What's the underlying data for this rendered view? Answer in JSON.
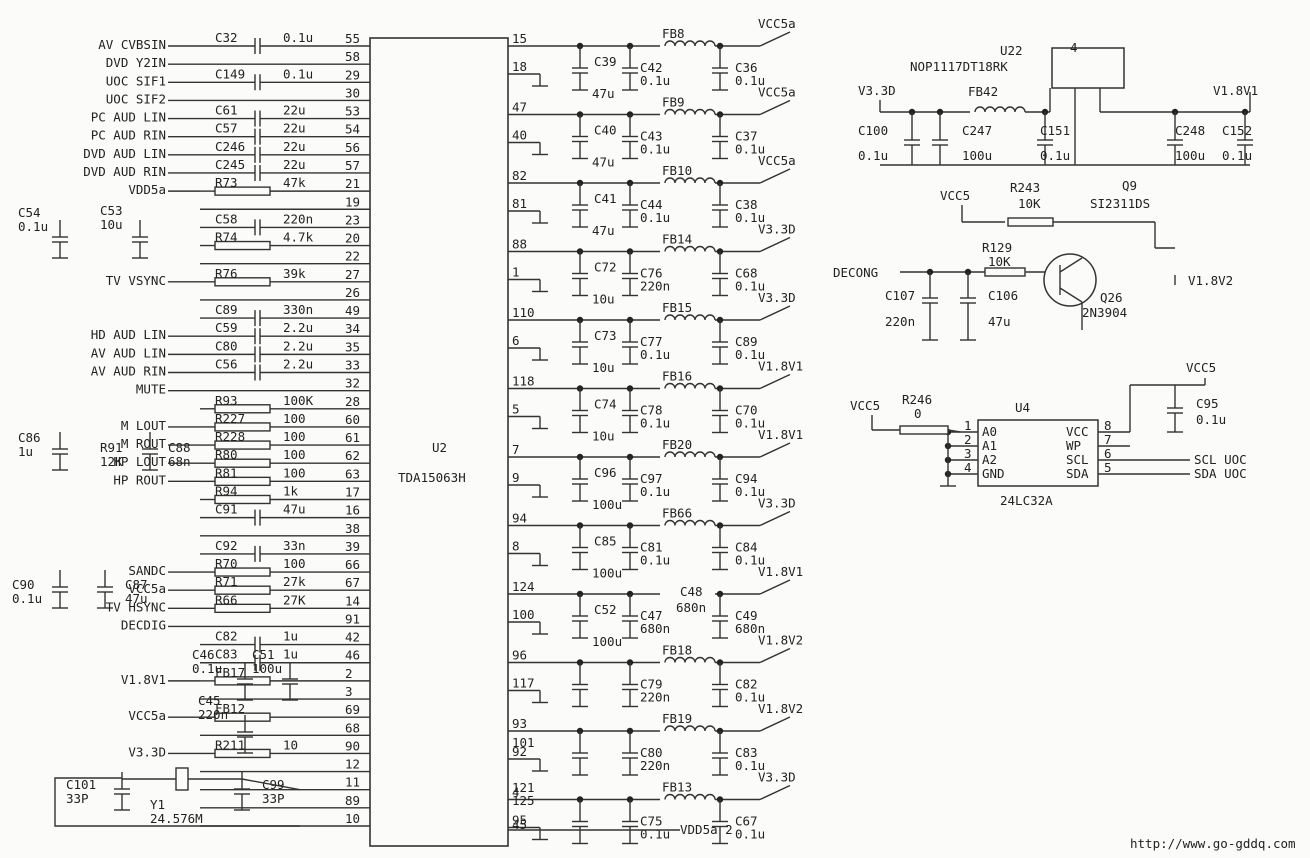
{
  "chip": {
    "ref": "U2",
    "part": "TDA15063H"
  },
  "left_signals": [
    {
      "net": "AV CVBSIN",
      "comp": "C32",
      "value": "0.1u",
      "pin": "55"
    },
    {
      "net": "DVD Y2IN",
      "comp": "",
      "value": "",
      "pin": "58"
    },
    {
      "net": "UOC SIF1",
      "comp": "C149",
      "value": "0.1u",
      "pin": "29"
    },
    {
      "net": "UOC SIF2",
      "comp": "",
      "value": "",
      "pin": "30"
    },
    {
      "net": "PC AUD LIN",
      "comp": "C61",
      "value": "22u",
      "pin": "53"
    },
    {
      "net": "PC AUD RIN",
      "comp": "C57",
      "value": "22u",
      "pin": "54"
    },
    {
      "net": "DVD AUD LIN",
      "comp": "C246",
      "value": "22u",
      "pin": "56"
    },
    {
      "net": "DVD AUD RIN",
      "comp": "C245",
      "value": "22u",
      "pin": "57"
    },
    {
      "net": "VDD5a",
      "comp": "R73",
      "value": "47k",
      "pin": "21"
    },
    {
      "net": "",
      "comp": "",
      "value": "",
      "pin": "19"
    },
    {
      "net": "",
      "comp": "C58",
      "value": "220n",
      "pin": "23"
    },
    {
      "net": "",
      "comp": "R74",
      "value": "4.7k",
      "pin": "20"
    },
    {
      "net": "",
      "comp": "",
      "value": "",
      "pin": "22"
    },
    {
      "net": "TV VSYNC",
      "comp": "R76",
      "value": "39k",
      "pin": "27"
    },
    {
      "net": "",
      "comp": "",
      "value": "",
      "pin": "26"
    },
    {
      "net": "",
      "comp": "C89",
      "value": "330n",
      "pin": "49"
    },
    {
      "net": "HD AUD LIN",
      "comp": "C59",
      "value": "2.2u",
      "pin": "34"
    },
    {
      "net": "AV AUD LIN",
      "comp": "C80",
      "value": "2.2u",
      "pin": "35"
    },
    {
      "net": "AV AUD RIN",
      "comp": "C56",
      "value": "2.2u",
      "pin": "33"
    },
    {
      "net": "MUTE",
      "comp": "",
      "value": "",
      "pin": "32"
    },
    {
      "net": "",
      "comp": "R93",
      "value": "100K",
      "pin": "28"
    },
    {
      "net": "M LOUT",
      "comp": "R227",
      "value": "100",
      "pin": "60"
    },
    {
      "net": "M ROUT",
      "comp": "R228",
      "value": "100",
      "pin": "61"
    },
    {
      "net": "HP LOUT",
      "comp": "R80",
      "value": "100",
      "pin": "62"
    },
    {
      "net": "HP ROUT",
      "comp": "R81",
      "value": "100",
      "pin": "63"
    },
    {
      "net": "",
      "comp": "R94",
      "value": "1k",
      "pin": "17"
    },
    {
      "net": "",
      "comp": "C91",
      "value": "47u",
      "pin": "16"
    },
    {
      "net": "",
      "comp": "",
      "value": "",
      "pin": "38"
    },
    {
      "net": "",
      "comp": "C92",
      "value": "33n",
      "pin": "39"
    },
    {
      "net": "SANDC",
      "comp": "R70",
      "value": "100",
      "pin": "66"
    },
    {
      "net": "VCC5a",
      "comp": "R71",
      "value": "27k",
      "pin": "67"
    },
    {
      "net": "TV HSYNC",
      "comp": "R66",
      "value": "27K",
      "pin": "14"
    },
    {
      "net": "DECDIG",
      "comp": "",
      "value": "",
      "pin": "91"
    },
    {
      "net": "",
      "comp": "C82",
      "value": "1u",
      "pin": "42"
    },
    {
      "net": "",
      "comp": "C83",
      "value": "1u",
      "pin": "46"
    },
    {
      "net": "V1.8V1",
      "comp": "FB17",
      "value": "",
      "pin": "2"
    },
    {
      "net": "",
      "comp": "",
      "value": "",
      "pin": "3"
    },
    {
      "net": "VCC5a",
      "comp": "FB12",
      "value": "",
      "pin": "69"
    },
    {
      "net": "",
      "comp": "",
      "value": "",
      "pin": "68"
    },
    {
      "net": "V3.3D",
      "comp": "R211",
      "value": "10",
      "pin": "90"
    },
    {
      "net": "",
      "comp": "",
      "value": "",
      "pin": "12"
    },
    {
      "net": "",
      "comp": "",
      "value": "",
      "pin": "11"
    },
    {
      "net": "",
      "comp": "",
      "value": "",
      "pin": "89"
    },
    {
      "net": "",
      "comp": "",
      "value": "",
      "pin": "10"
    }
  ],
  "left_parts": [
    {
      "ref": "C54",
      "value": "0.1u"
    },
    {
      "ref": "C53",
      "value": "10u"
    },
    {
      "ref": "C86",
      "value": "1u"
    },
    {
      "ref": "R91",
      "value": "12K"
    },
    {
      "ref": "C88",
      "value": "68n"
    },
    {
      "ref": "C90",
      "value": "0.1u"
    },
    {
      "ref": "C87",
      "value": "47u"
    },
    {
      "ref": "C46",
      "value": "0.1u"
    },
    {
      "ref": "C51",
      "value": "100u"
    },
    {
      "ref": "C45",
      "value": "220n"
    },
    {
      "ref": "C101",
      "value": "33P"
    },
    {
      "ref": "Y1",
      "value": "24.576M"
    },
    {
      "ref": "C99",
      "value": "33P"
    }
  ],
  "right_blocks": [
    {
      "pin": "15",
      "gnd": "18",
      "fb": "FB8",
      "cp": "C39",
      "cpv": "47u",
      "c1": "C42",
      "c1v": "0.1u",
      "c2": "C36",
      "c2v": "0.1u",
      "rail": "VCC5a"
    },
    {
      "pin": "47",
      "gnd": "40",
      "fb": "FB9",
      "cp": "C40",
      "cpv": "47u",
      "c1": "C43",
      "c1v": "0.1u",
      "c2": "C37",
      "c2v": "0.1u",
      "rail": "VCC5a"
    },
    {
      "pin": "82",
      "gnd": "81",
      "fb": "FB10",
      "cp": "C41",
      "cpv": "47u",
      "c1": "C44",
      "c1v": "0.1u",
      "c2": "C38",
      "c2v": "0.1u",
      "rail": "VCC5a"
    },
    {
      "pin": "88",
      "gnd": "1",
      "fb": "FB14",
      "cp": "C72",
      "cpv": "10u",
      "c1": "C76",
      "c1v": "220n",
      "c2": "C68",
      "c2v": "0.1u",
      "rail": "V3.3D"
    },
    {
      "pin": "110",
      "gnd": "6",
      "fb": "FB15",
      "cp": "C73",
      "cpv": "10u",
      "c1": "C77",
      "c1v": "0.1u",
      "c2": "C89",
      "c2v": "0.1u",
      "rail": "V3.3D"
    },
    {
      "pin": "118",
      "gnd": "5",
      "fb": "FB16",
      "cp": "C74",
      "cpv": "10u",
      "c1": "C78",
      "c1v": "0.1u",
      "c2": "C70",
      "c2v": "0.1u",
      "rail": "V1.8V1"
    },
    {
      "pin": "7",
      "gnd": "9",
      "fb": "FB20",
      "cp": "C96",
      "cpv": "100u",
      "c1": "C97",
      "c1v": "0.1u",
      "c2": "C94",
      "c2v": "0.1u",
      "rail": "V1.8V1"
    },
    {
      "pin": "94",
      "gnd": "8",
      "fb": "FB66",
      "cp": "C85",
      "cpv": "100u",
      "c1": "C81",
      "c1v": "0.1u",
      "c2": "C84",
      "c2v": "0.1u",
      "rail": "V3.3D"
    },
    {
      "pin": "124",
      "gnd": "100",
      "fb": "",
      "cp": "C52",
      "cpv": "100u",
      "c1": "C47",
      "c1v": "680n",
      "c2": "C49",
      "c2v": "680n",
      "rail": "V1.8V1"
    },
    {
      "pin": "96",
      "gnd": "117",
      "fb": "FB18",
      "cp": "",
      "cpv": "",
      "c1": "C79",
      "c1v": "220n",
      "c2": "C82",
      "c2v": "0.1u",
      "rail": "V1.8V2"
    },
    {
      "pin": "93",
      "gnd": "92",
      "fb": "FB19",
      "cp": "",
      "cpv": "",
      "c1": "C80",
      "c1v": "220n",
      "c2": "C83",
      "c2v": "0.1u",
      "rail": "V1.8V2"
    },
    {
      "pin": "4",
      "gnd": "95",
      "fb": "FB13",
      "cp": "",
      "cpv": "",
      "c1": "C75",
      "c1v": "0.1u",
      "c2": "C67",
      "c2v": "0.1u",
      "rail": "V3.3D"
    }
  ],
  "right_extra": {
    "c48": "C48",
    "c48v": "680n",
    "p101": "101",
    "p121": "121",
    "p125": "125",
    "p45": "45",
    "vdd": "VDD5a 2"
  },
  "reg": {
    "ref": "U22",
    "part": "NOP1117DT18RK",
    "in": "V3.3D",
    "out": "V1.8V1",
    "fb": "FB42",
    "c100": "C100",
    "c100v": "0.1u",
    "c247": "C247",
    "c247v": "100u",
    "c151": "C151",
    "c151v": "0.1u",
    "c248": "C248",
    "c248v": "100u",
    "c152": "C152",
    "c152v": "0.1u",
    "tab": "4"
  },
  "sw": {
    "vcc": "VCC5",
    "r243": "R243",
    "r243v": "10K",
    "q9": "Q9",
    "q9p": "SI2311DS",
    "decong": "DECONG",
    "r129": "R129",
    "r129v": "10K",
    "c107": "C107",
    "c107v": "220n",
    "c106": "C106",
    "c106v": "47u",
    "q26": "Q26",
    "q26p": "2N3904",
    "out": "V1.8V2"
  },
  "eeprom": {
    "ref": "U4",
    "part": "24LC32A",
    "vcc_top": "VCC5",
    "c95": "C95",
    "c95v": "0.1u",
    "vcc_in": "VCC5",
    "r246": "R246",
    "r246v": "0",
    "pins_l": [
      {
        "n": "1",
        "l": "A0"
      },
      {
        "n": "2",
        "l": "A1"
      },
      {
        "n": "3",
        "l": "A2"
      },
      {
        "n": "4",
        "l": "GND"
      }
    ],
    "pins_r": [
      {
        "n": "8",
        "l": "VCC"
      },
      {
        "n": "7",
        "l": "WP"
      },
      {
        "n": "6",
        "l": "SCL"
      },
      {
        "n": "5",
        "l": "SDA"
      }
    ],
    "scl": "SCL UOC",
    "sda": "SDA UOC"
  },
  "watermark": "http://www.go-gddq.com"
}
